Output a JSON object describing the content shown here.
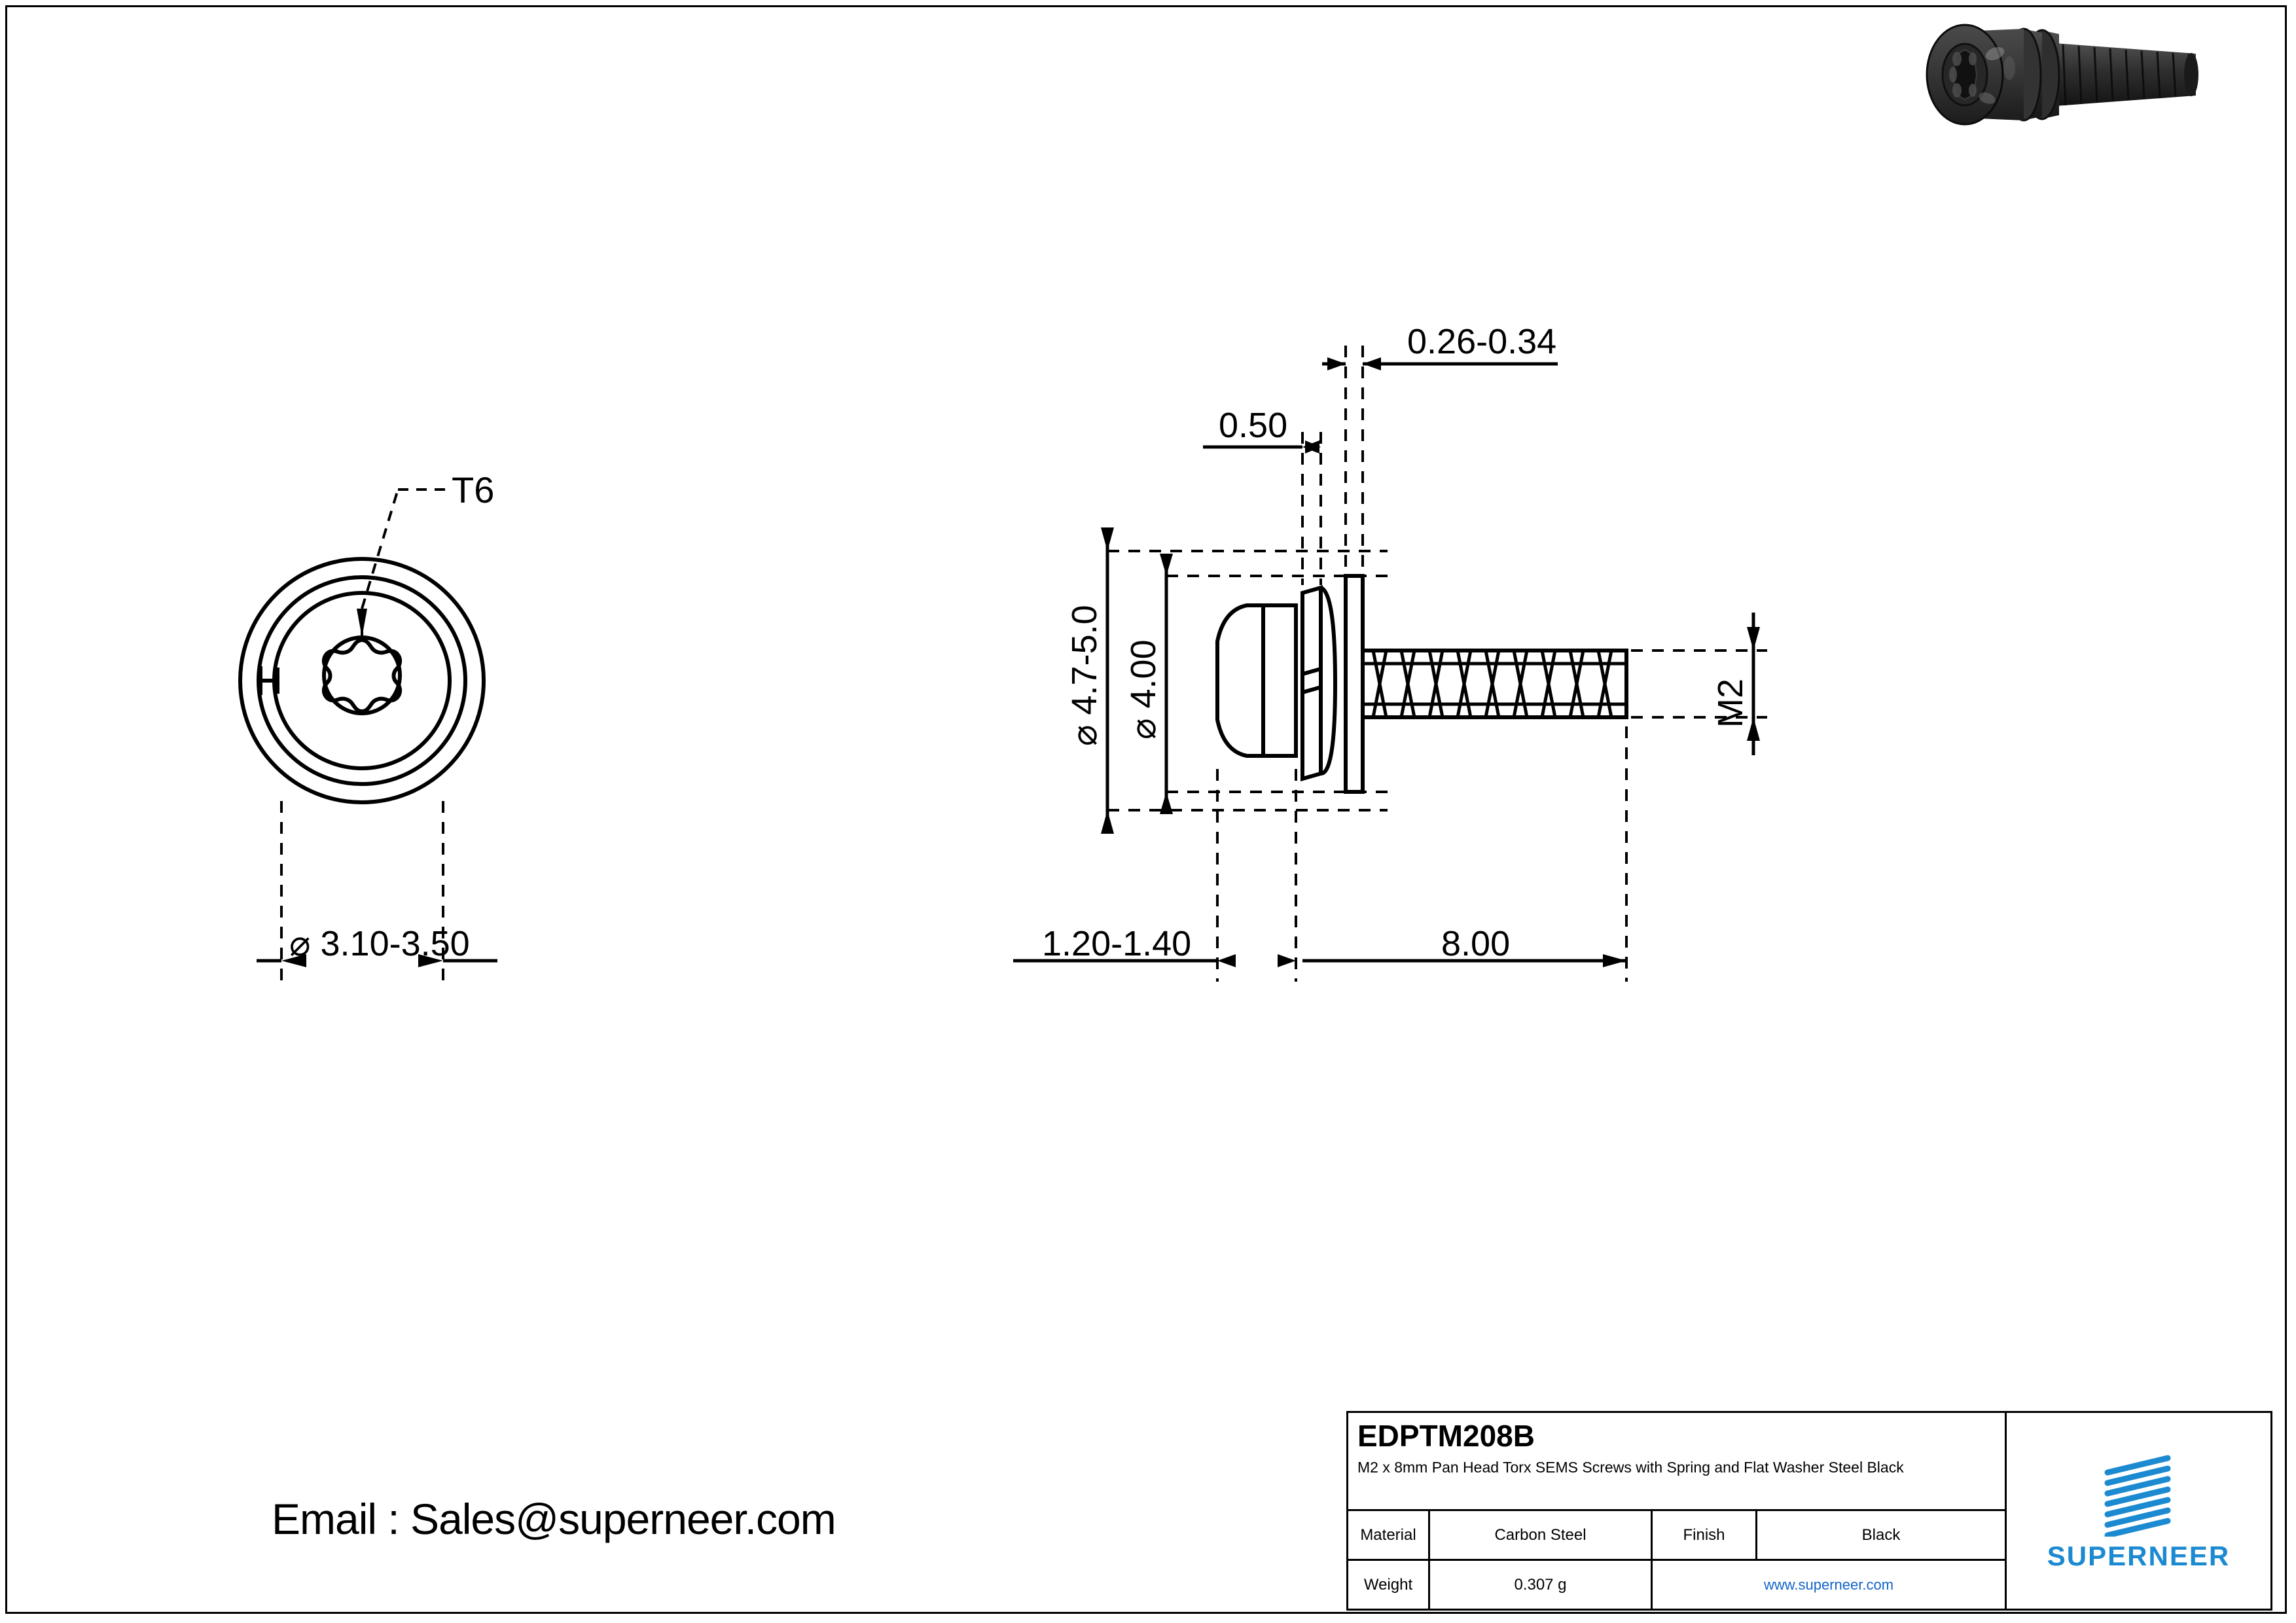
{
  "drawing": {
    "front_view": {
      "callout_torx": "T6",
      "dim_outer_diameter": "⌀ 3.10-3.50"
    },
    "side_view": {
      "dim_washer_thickness": "0.26-0.34",
      "dim_spring_thickness": "0.50",
      "dim_head_diameter": "⌀ 4.7-5.0",
      "dim_flat_washer_diameter": "⌀ 4.00",
      "dim_thread_size": "M2",
      "dim_head_height": "1.20-1.40",
      "dim_thread_length": "8.00"
    }
  },
  "contact": {
    "email_line": "Email : Sales@superneer.com"
  },
  "title_block": {
    "part_code": "EDPTM208B",
    "description": "M2 x 8mm Pan Head Torx SEMS Screws with Spring and Flat Washer Steel Black",
    "material_label": "Material",
    "material_value": "Carbon Steel",
    "finish_label": "Finish",
    "finish_value": "Black",
    "weight_label": "Weight",
    "weight_value": "0.307 g",
    "website": "www.superneer.com",
    "brand": "SUPERNEER",
    "brand_color": "#1C8AD0"
  }
}
